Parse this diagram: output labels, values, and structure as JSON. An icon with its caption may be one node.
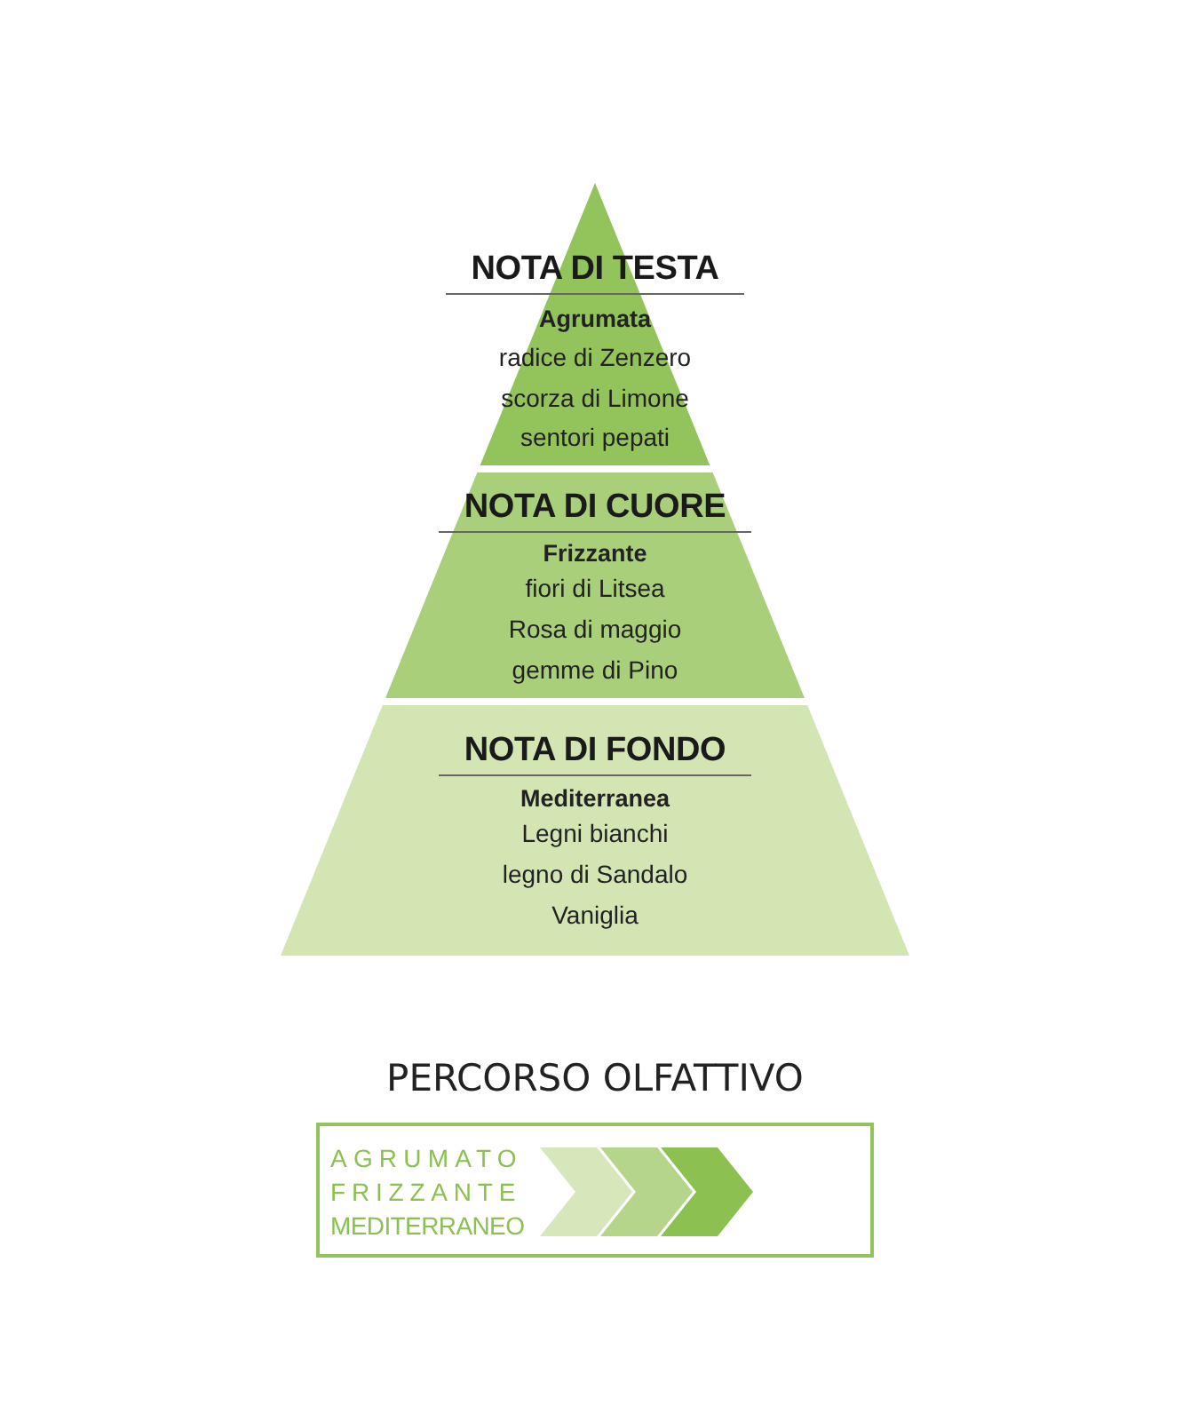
{
  "diagram": {
    "nodes": [
      {
        "text": [
          "NOTA DI TESTA",
          "Agrumata",
          "radice di Zenzero",
          "scorza di Limone",
          "sentori pepati"
        ]
      },
      {
        "text": [
          "NOTA DI CUORE",
          "Frizzante",
          "fiori di Litsea",
          "Rosa di maggio",
          "gemme di Pino"
        ]
      },
      {
        "text": [
          "NOTA DI FONDO",
          "Mediterranea",
          "Legni bianchi",
          "legno di Sandalo",
          "Vaniglia"
        ]
      },
      {
        "text": [
          "AGRUMATO",
          "FRIZZANTE",
          "MEDITERRANEO"
        ]
      }
    ],
    "labels": [
      "PERCORSO OLFATTIVO"
    ]
  }
}
